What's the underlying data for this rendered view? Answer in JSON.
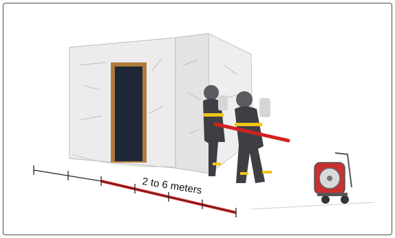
{
  "illustration": {
    "distance_label": "2 to 6 meters",
    "colors": {
      "border": "#4a4a4a",
      "wall": "#e9e9e9",
      "door_frame": "#b07a3a",
      "door_opening": "#1d2738",
      "hose_red": "#d42020",
      "gear_dark": "#3d3f44",
      "reflective_stripe": "#f0c419"
    },
    "icons": [
      "wall-sketch",
      "doorway",
      "firefighter-pair",
      "fire-hose",
      "portable-fan",
      "distance-scale"
    ]
  }
}
